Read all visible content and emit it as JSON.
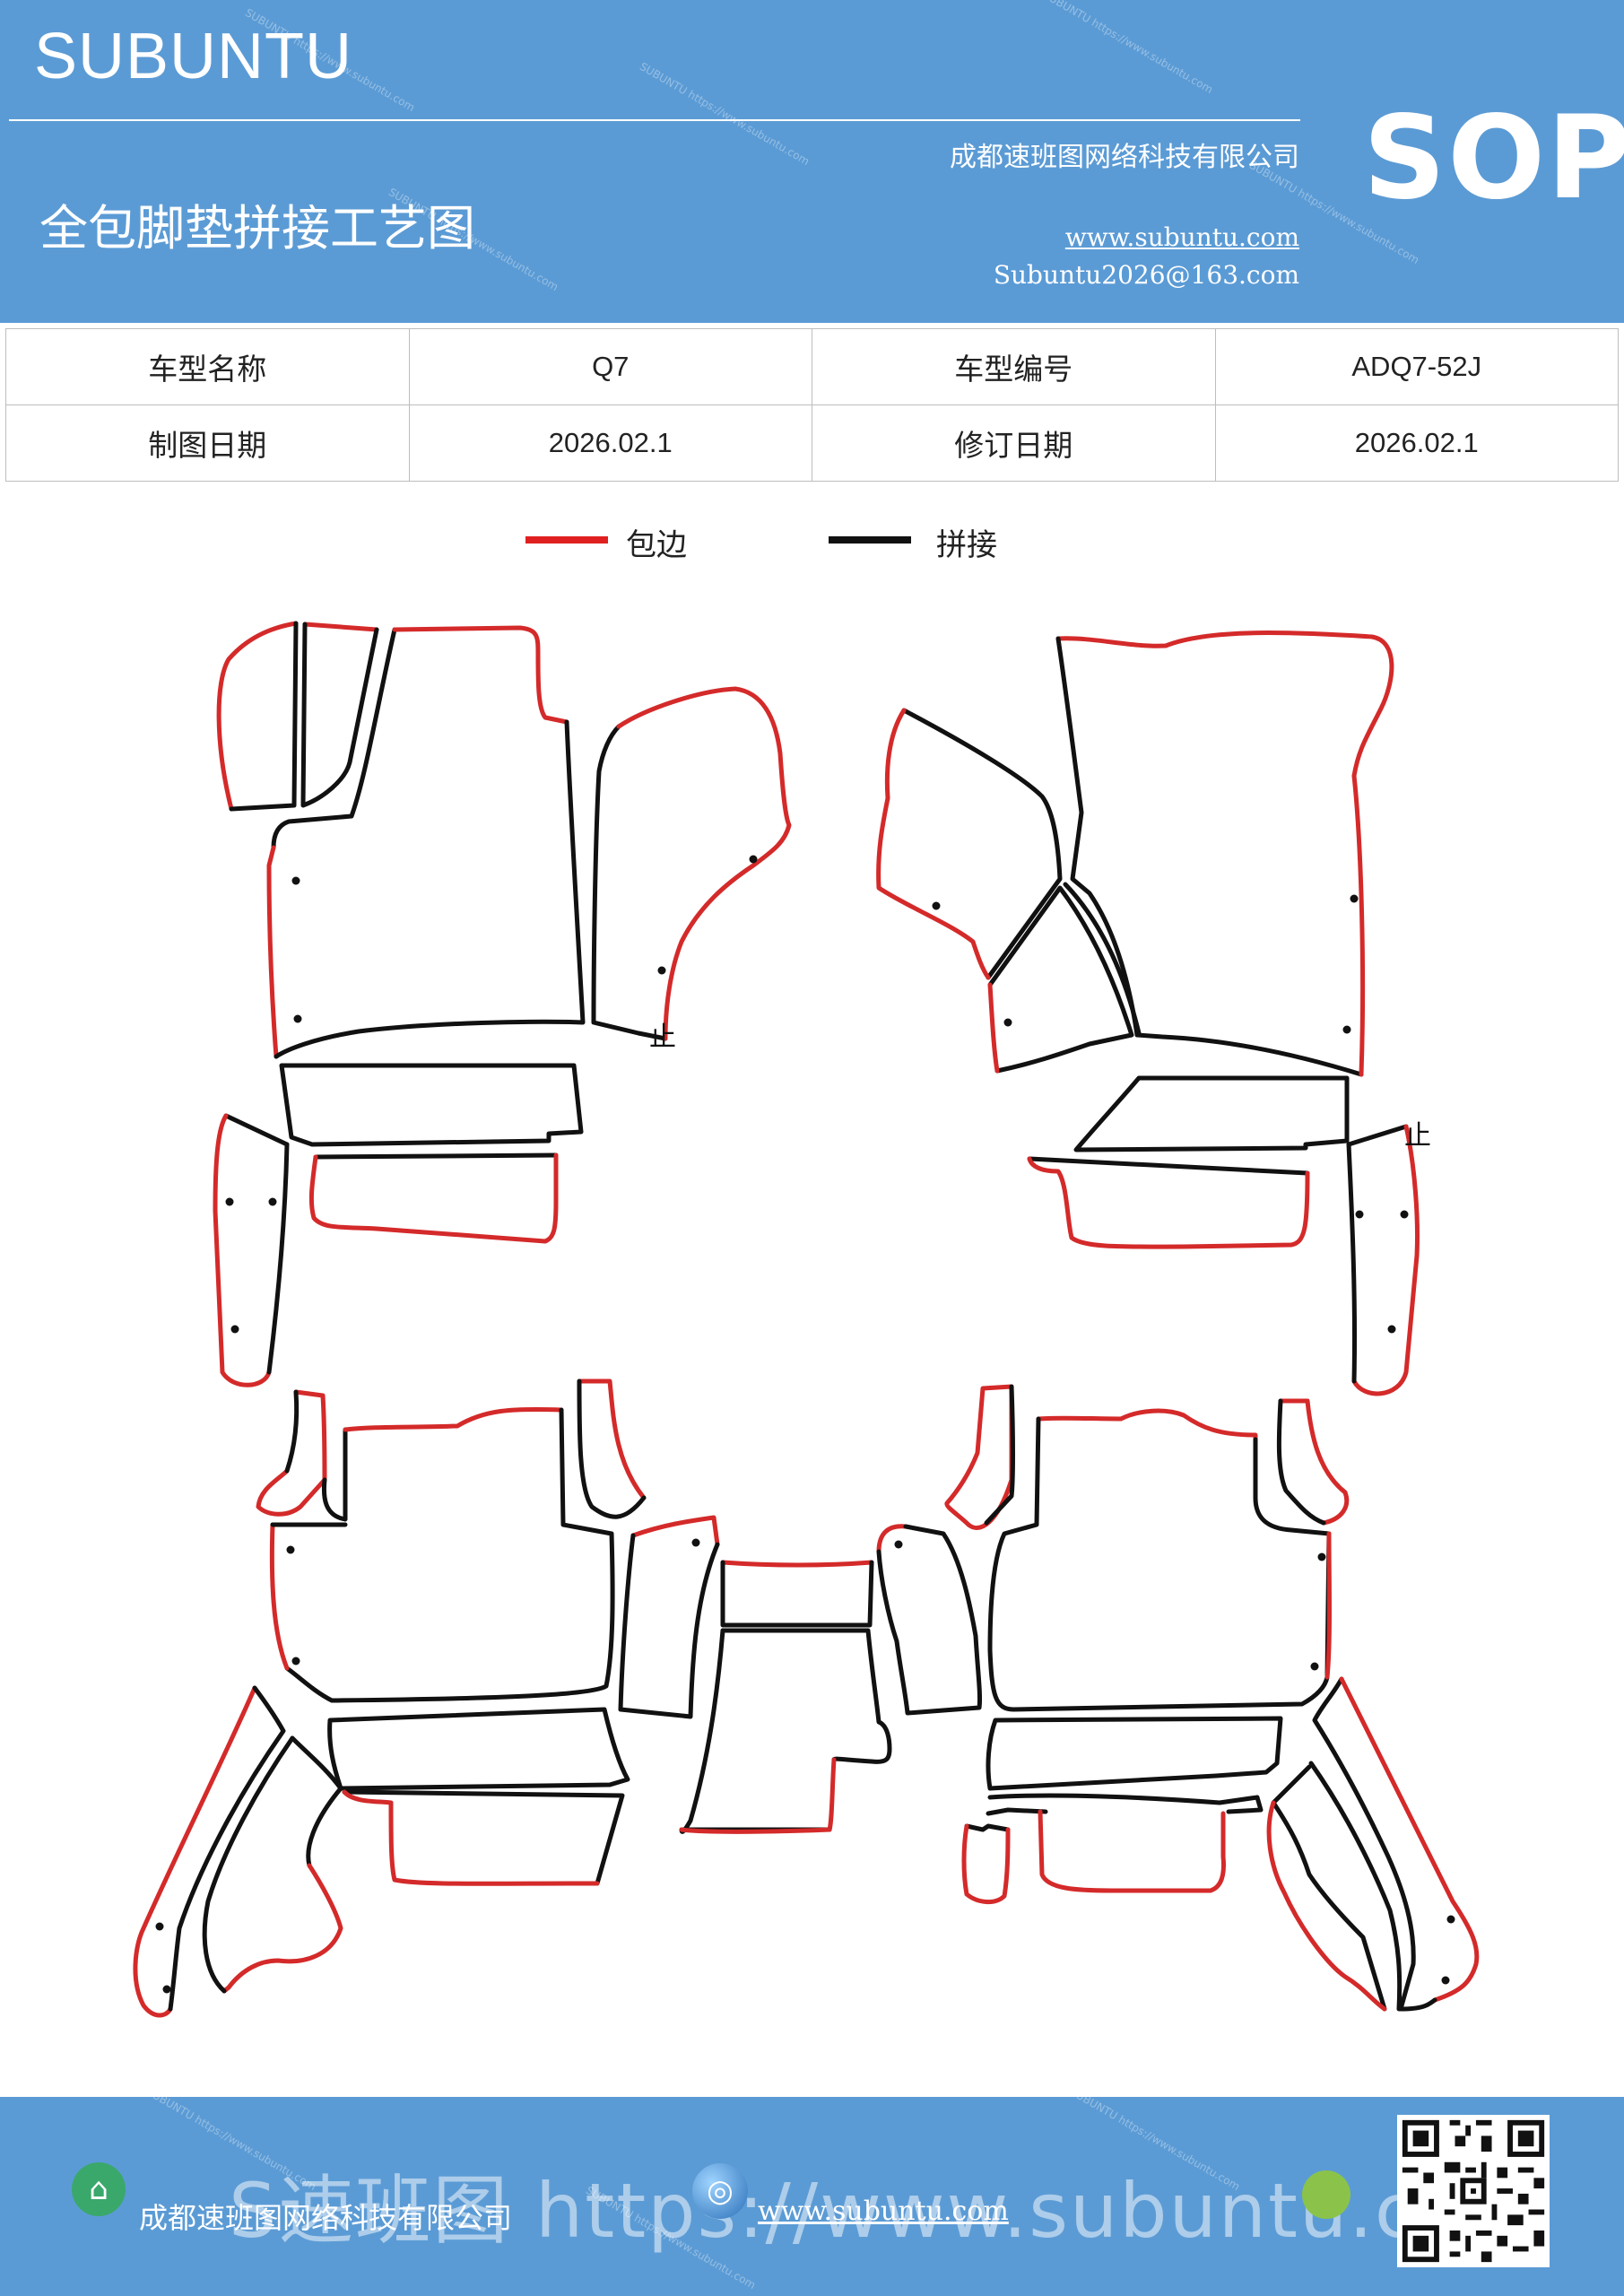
{
  "header": {
    "brand": "SUBUNTU",
    "title": "全包脚垫拼接工艺图",
    "company": "成都速班图网络科技有限公司",
    "website": "www.subuntu.com",
    "email": "Subuntu2026@163.com",
    "badge": "SOP",
    "background_color": "#5b9bd5"
  },
  "info_table": {
    "rows": [
      [
        {
          "label": "车型名称"
        },
        {
          "value": "Q7"
        },
        {
          "label": "车型编号"
        },
        {
          "value": "ADQ7-52J"
        }
      ],
      [
        {
          "label": "制图日期"
        },
        {
          "value": "2026.02.1"
        },
        {
          "label": "修订日期"
        },
        {
          "value": "2026.02.1"
        }
      ]
    ]
  },
  "legend": {
    "items": [
      {
        "label": "包边",
        "color": "#e02020"
      },
      {
        "label": "拼接",
        "color": "#111111"
      }
    ]
  },
  "diagram": {
    "edge_color": "#d42a2a",
    "seam_color": "#111111",
    "marks": [
      "止",
      "止"
    ]
  },
  "footer": {
    "company": "成都速班图网络科技有限公司",
    "website": "www.subuntu.com",
    "ghost_text": "S速班图 https://www.subuntu.com",
    "icons": [
      "building-icon",
      "globe-icon",
      "leaf-icon",
      "qr-code"
    ]
  }
}
